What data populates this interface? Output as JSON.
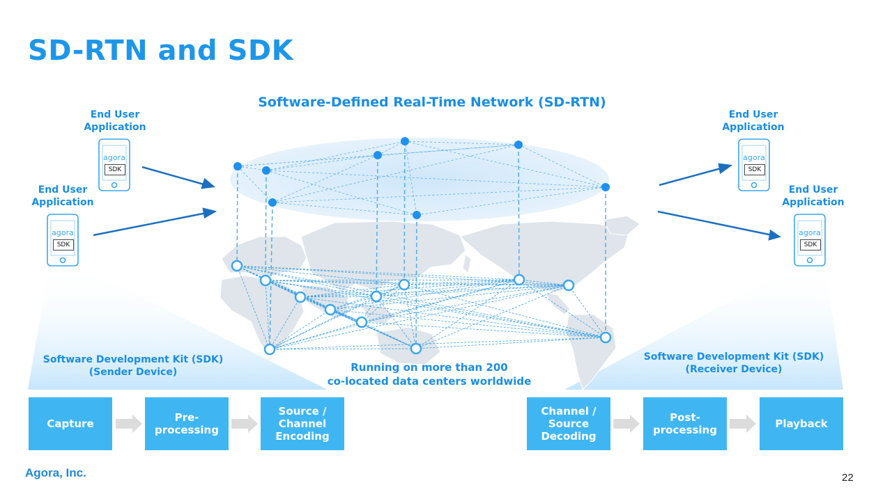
{
  "title": "SD-RTN and SDK",
  "network_title": "Software-Defined Real-Time Network (SD-RTN)",
  "end_user_labels": [
    "End User\nApplication",
    "End User\nApplication",
    "End User\nApplication",
    "End User\nApplication"
  ],
  "phone": {
    "logo_text": "agora",
    "sdk_text": "SDK"
  },
  "sdk_sender_label": "Software Development Kit (SDK)\n(Sender Device)",
  "sdk_receiver_label": "Software Development Kit (SDK)\n(Receiver Device)",
  "datacenter_label": "Running on more than 200\nco-located data centers worldwide",
  "sender_pipeline": [
    "Capture",
    "Pre-\nprocessing",
    "Source /\nChannel\nEncoding"
  ],
  "receiver_pipeline": [
    "Channel /\nSource\nDecoding",
    "Post-\nprocessing",
    "Playback"
  ],
  "footer_company": "Agora, Inc.",
  "page_number": "22",
  "colors": {
    "accent": "#1a8ee0",
    "box": "#3fb6f2",
    "node": "#1e90ee",
    "map": "#dde3e8"
  }
}
